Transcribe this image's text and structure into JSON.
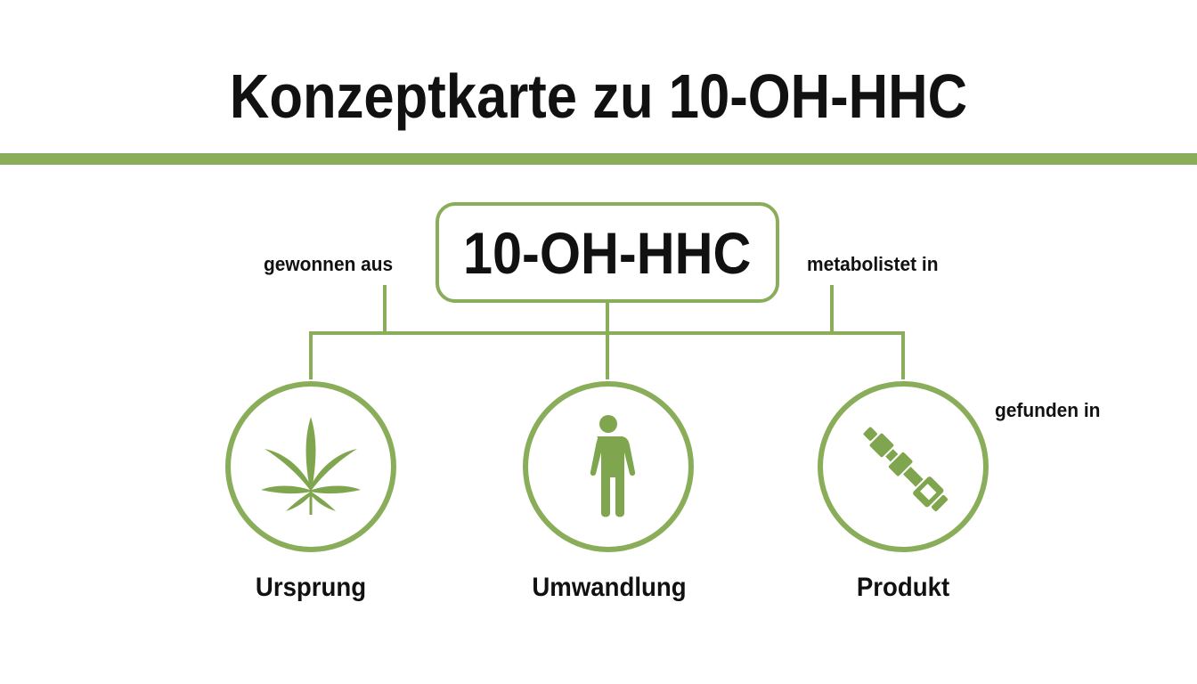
{
  "title": "Konzeptkarte zu 10-OH-HHC",
  "colors": {
    "accent": "#8aad5a",
    "icon": "#7fa64e",
    "text": "#111111",
    "background": "#ffffff"
  },
  "center_node": {
    "label": "10-OH-HHC"
  },
  "edge_labels": {
    "left": "gewonnen aus",
    "right": "metabolistet in",
    "far_right": "gefunden in"
  },
  "nodes": [
    {
      "label": "Ursprung",
      "icon": "cannabis-leaf-icon"
    },
    {
      "label": "Umwandlung",
      "icon": "human-figure-icon"
    },
    {
      "label": "Produkt",
      "icon": "vape-pen-icon"
    }
  ]
}
